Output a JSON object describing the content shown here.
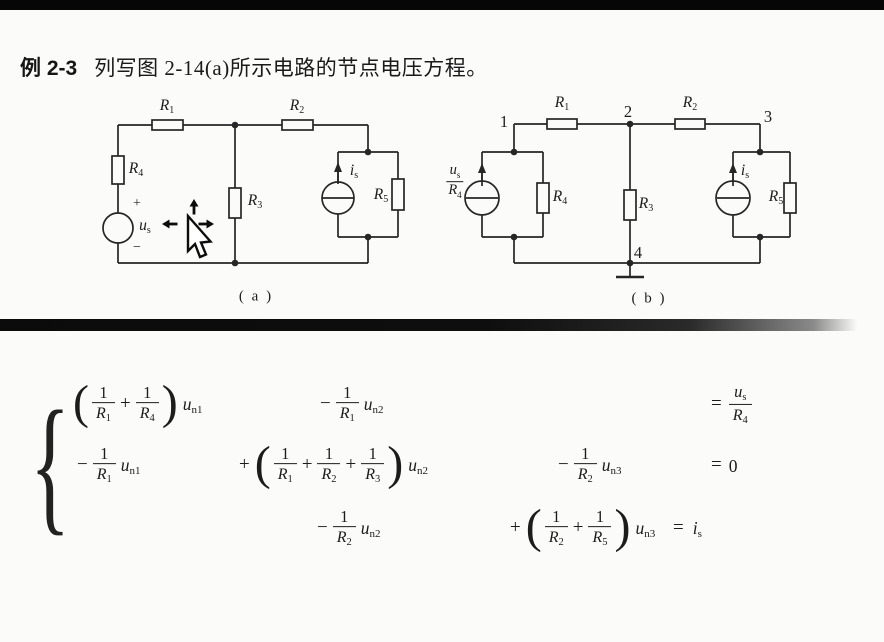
{
  "page": {
    "background": "#fbfbf9",
    "letterbox_color": "#060606",
    "ink_color": "#1c1c1c"
  },
  "title": {
    "example_label": "例 2-3",
    "text": "列写图 2-14(a)所示电路的节点电压方程。"
  },
  "g": {
    "R": "R",
    "u": "u",
    "i": "i",
    "s": "s",
    "one": "1",
    "zero": "0",
    "plus": "+",
    "minus": "−",
    "equals": "=",
    "lparen": "(",
    "rparen": ")",
    "brace": "{",
    "s1": "1",
    "s2": "2",
    "s3": "3",
    "s4": "4",
    "s5": "5",
    "n1": "n1",
    "n2": "n2",
    "n3": "n3"
  },
  "circuit_a": {
    "caption": "( a )",
    "components": [
      "R1",
      "R2",
      "R3",
      "R4",
      "R5",
      "us voltage source (+/−)",
      "is current source"
    ],
    "plus": "+",
    "minus": "−"
  },
  "circuit_b": {
    "caption": "( b )",
    "nodes": [
      "1",
      "2",
      "3",
      "4"
    ],
    "components": [
      "R1",
      "R2",
      "R3",
      "R4",
      "R5",
      "us/R4 current source",
      "is current source",
      "ground at node 4"
    ]
  },
  "equations_text": [
    "(1/R1 + 1/R4)u_n1 − (1/R1)u_n2 = u_s/R4",
    "−(1/R1)u_n1 + (1/R1 + 1/R2 + 1/R3)u_n2 − (1/R2)u_n3 = 0",
    "−(1/R2)u_n2 + (1/R2 + 1/R5)u_n3 = i_s"
  ]
}
